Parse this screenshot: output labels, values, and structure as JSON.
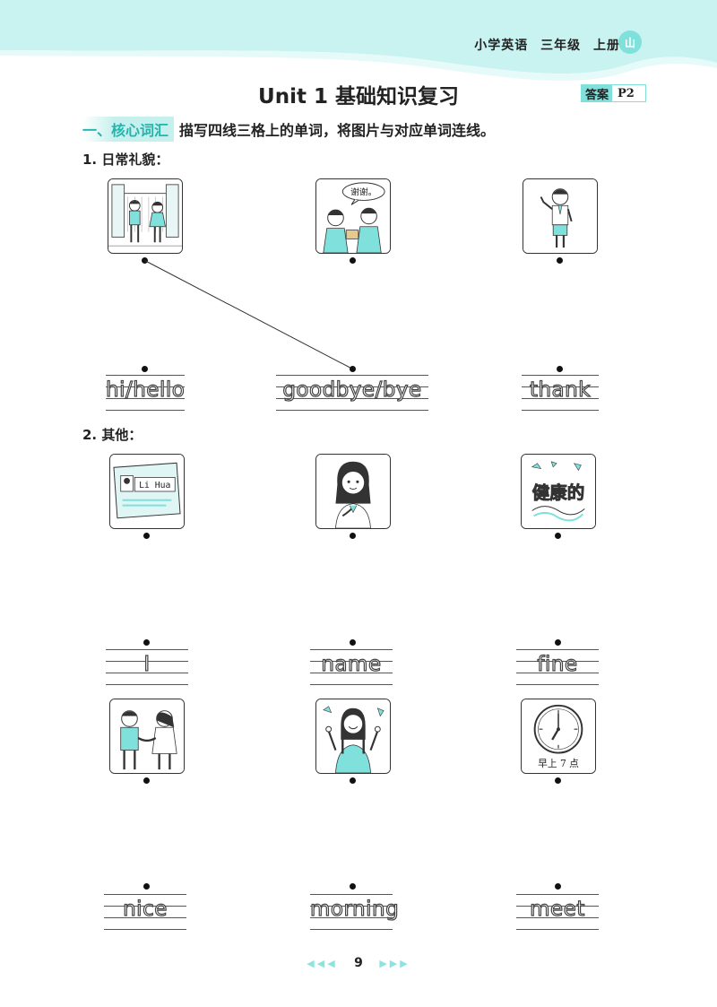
{
  "header": {
    "subject": "小学英语",
    "grade": "三年级",
    "volume": "上册",
    "badge": "山"
  },
  "title": "Unit 1 基础知识复习",
  "answer": {
    "label": "答案",
    "page": "P2"
  },
  "section": {
    "label": "一、核心词汇",
    "instruction": "描写四线三格上的单词，将图片与对应单词连线。"
  },
  "part1": {
    "heading": "1. 日常礼貌：",
    "pictures": [
      {
        "icon": "school-gate-boy-girl-icon"
      },
      {
        "icon": "boys-thanking-icon",
        "bubble": "谢谢。"
      },
      {
        "icon": "boy-waving-icon"
      }
    ],
    "words": [
      "hi/hello",
      "goodbye/bye",
      "thank"
    ]
  },
  "part2": {
    "heading": "2. 其他：",
    "row1": {
      "pictures": [
        {
          "icon": "name-card-icon",
          "card_text": "Li Hua"
        },
        {
          "icon": "girl-pointing-self-icon"
        },
        {
          "icon": "healthy-text-icon",
          "art_text": "健康的"
        }
      ],
      "words": [
        "I",
        "name",
        "fine"
      ]
    },
    "row2": {
      "pictures": [
        {
          "icon": "handshake-icon"
        },
        {
          "icon": "happy-girl-icon"
        },
        {
          "icon": "clock-icon",
          "caption": "早上 7 点"
        }
      ],
      "words": [
        "nice",
        "morning",
        "meet"
      ]
    }
  },
  "footer": {
    "page_number": "9",
    "left_arrows": "◀◀◀",
    "right_arrows": "▶▶▶"
  },
  "colors": {
    "accent": "#7fe0dc",
    "accent_text": "#25b4ad",
    "wave": "#c9f3f1"
  }
}
